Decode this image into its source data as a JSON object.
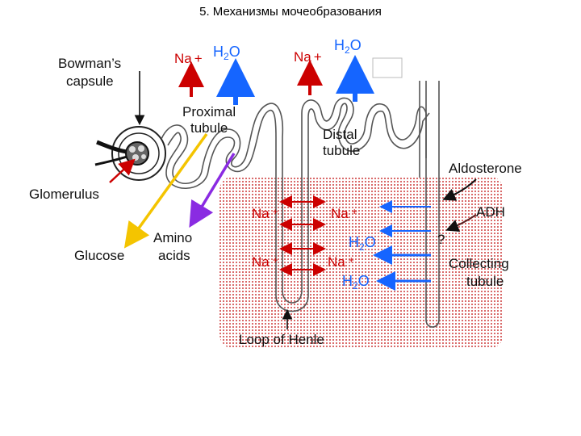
{
  "title": "5. Механизмы мочеобразования",
  "labels": {
    "bowmans_1": "Bowman’s",
    "bowmans_2": "capsule",
    "proximal_1": "Proximal",
    "proximal_2": "tubule",
    "distal_1": "Distal",
    "distal_2": "tubule",
    "glomerulus": "Glomerulus",
    "glucose": "Glucose",
    "amino_1": "Amino",
    "amino_2": "acids",
    "aldosterone": "Aldosterone",
    "adh": "ADH",
    "collecting_1": "Collecting",
    "collecting_2": "tubule",
    "loop": "Loop of Henle",
    "question": "?"
  },
  "ions": {
    "na": "Na",
    "plus": "+",
    "h2o_h": "H",
    "h2o_2": "2",
    "h2o_o": "O"
  },
  "colors": {
    "na_red": "#cc0000",
    "water_blue": "#1565ff",
    "glucose_yellow": "#f4c400",
    "amino_purple": "#8a2be2",
    "interstitium_dots": "#e07070"
  }
}
